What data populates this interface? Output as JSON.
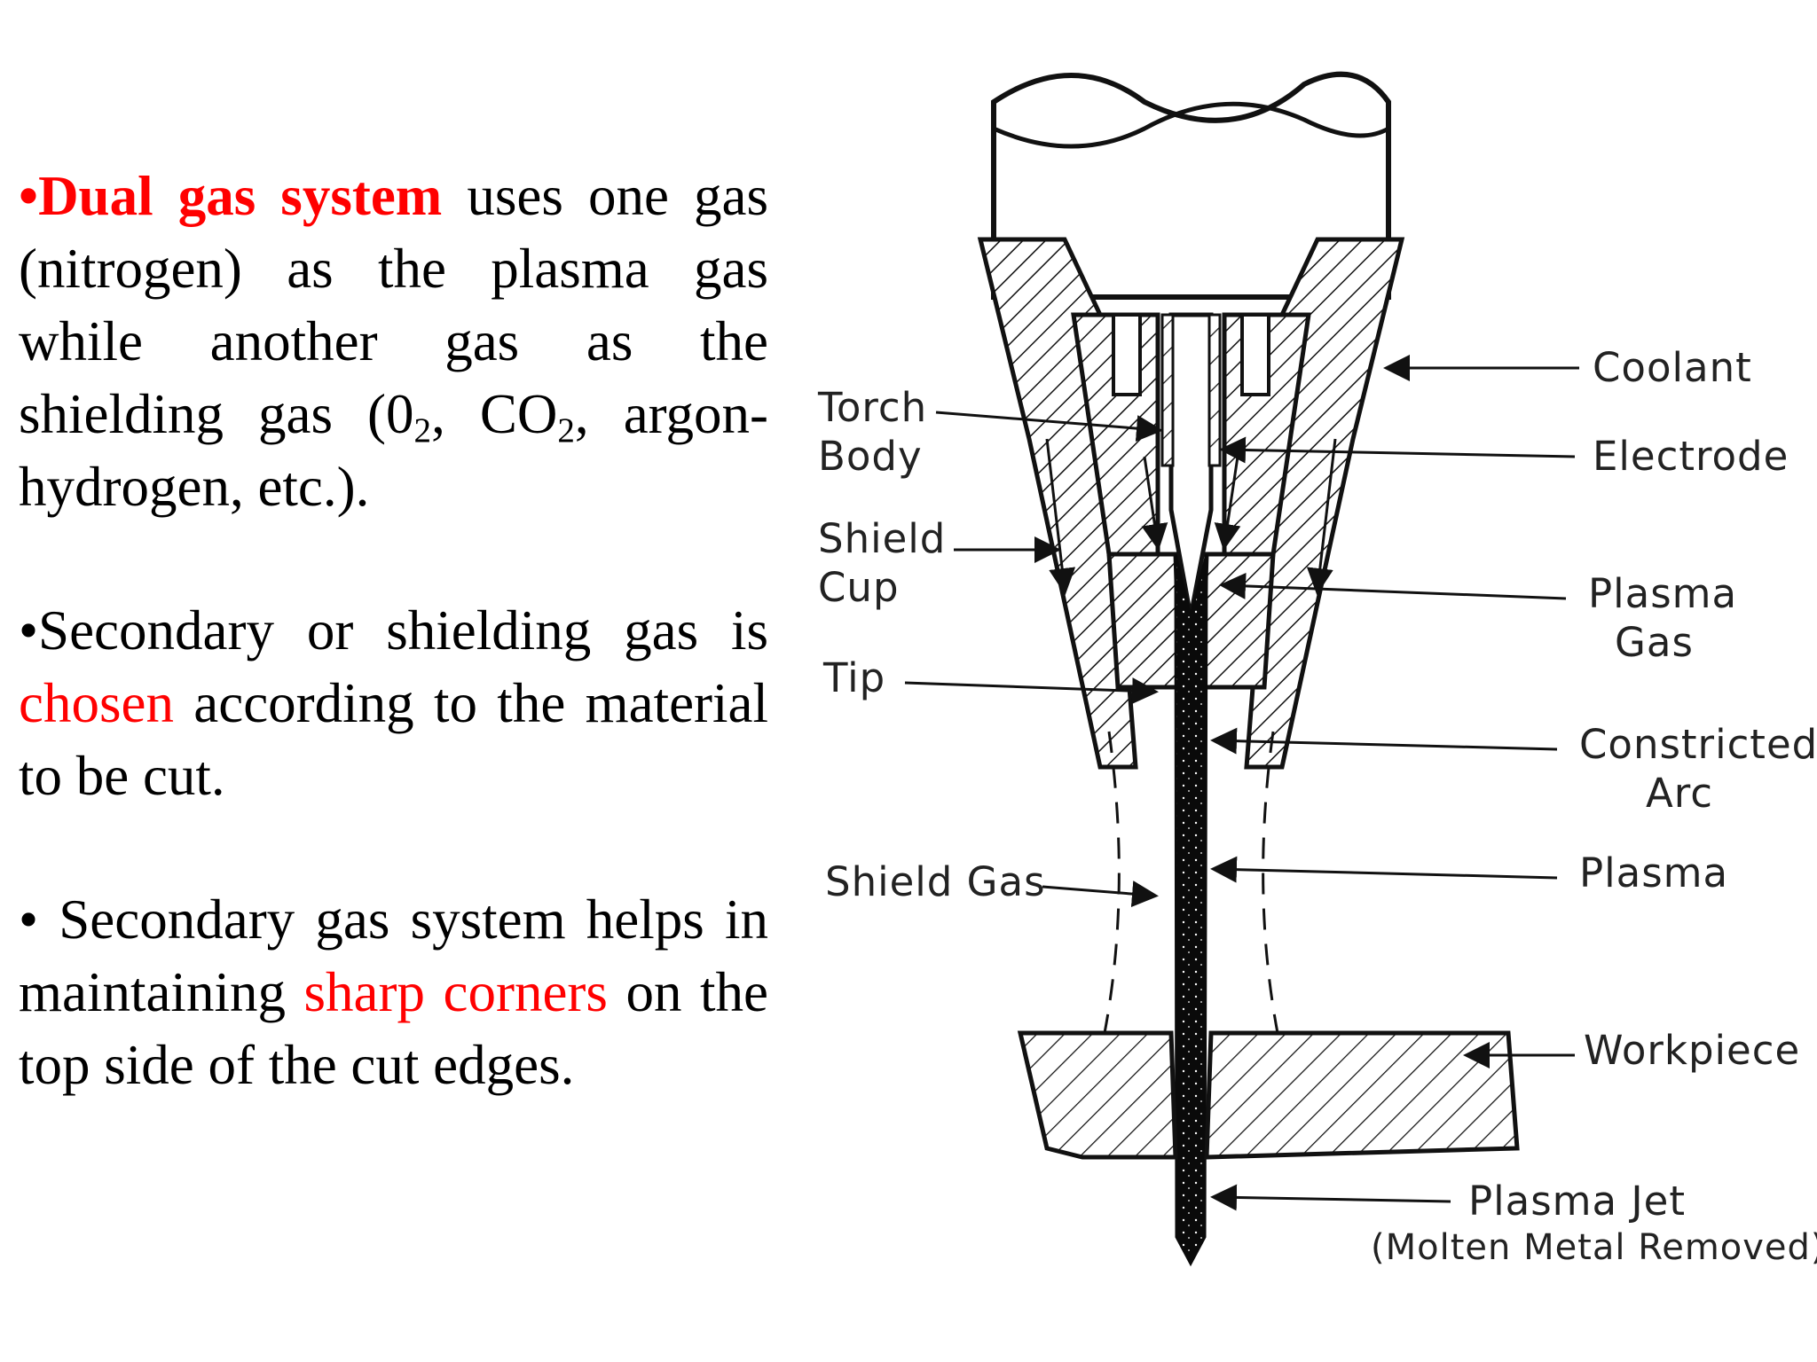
{
  "text": {
    "p1": {
      "bullet": "•",
      "highlight": "Dual gas system",
      "rest_a": " uses one gas (nitrogen) as the plasma gas while another gas as the shielding gas (0",
      "sub_a": "2",
      "rest_b": ", CO",
      "sub_b": "2",
      "rest_c": ", argon-hydrogen, etc.)."
    },
    "p2": {
      "lead": "•Secondary or shielding gas is ",
      "highlight": "chosen",
      "rest": " according to the material to be cut."
    },
    "p3": {
      "lead": "• Secondary gas system helps in maintaining ",
      "highlight": "sharp corners",
      "rest": " on the top side of the cut edges."
    }
  },
  "diagram": {
    "labels": {
      "torch_body_1": "Torch",
      "torch_body_2": "Body",
      "shield_cup_1": "Shield",
      "shield_cup_2": "Cup",
      "tip": "Tip",
      "shield_gas": "Shield Gas",
      "coolant": "Coolant",
      "electrode": "Electrode",
      "plasma_gas_1": "Plasma",
      "plasma_gas_2": "Gas",
      "constricted_arc_1": "Constricted",
      "constricted_arc_2": "Arc",
      "plasma": "Plasma",
      "workpiece": "Workpiece",
      "plasma_jet_1": "Plasma Jet",
      "plasma_jet_2": "(Molten Metal Removed)"
    }
  },
  "colors": {
    "highlight": "#ff0000",
    "text": "#000000",
    "line": "#111111"
  }
}
